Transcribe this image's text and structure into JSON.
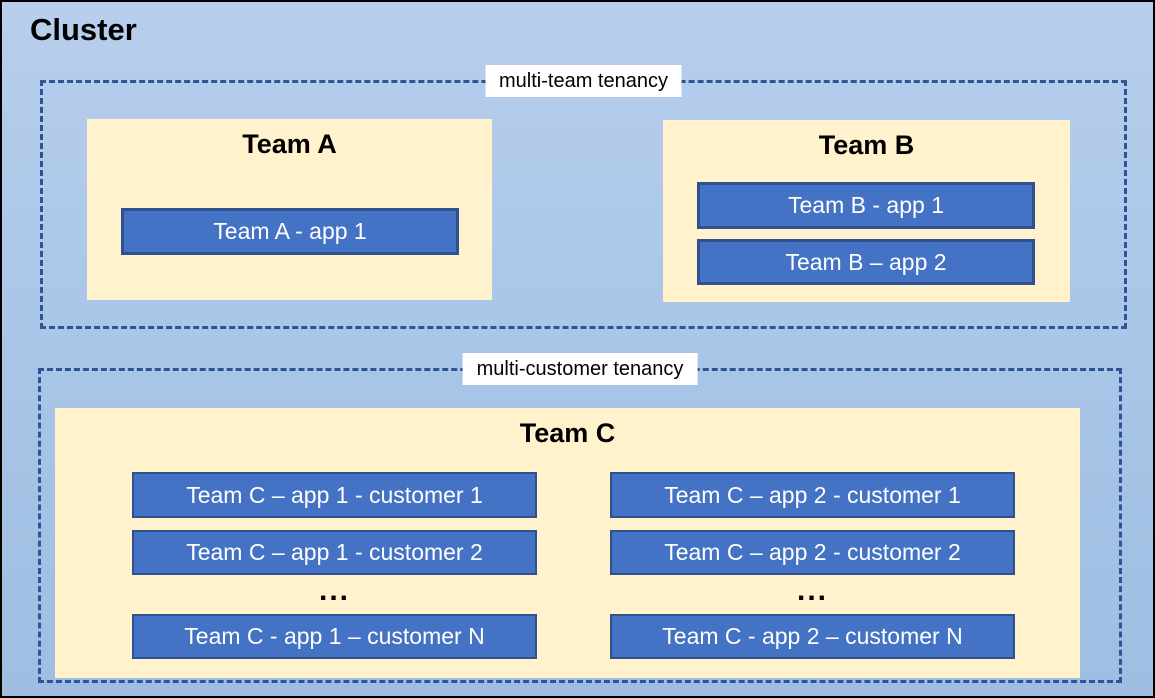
{
  "diagram": {
    "title": "Cluster",
    "sections": [
      {
        "label": "multi-team tenancy",
        "teams": [
          {
            "name": "Team A",
            "apps": [
              "Team A - app 1"
            ]
          },
          {
            "name": "Team B",
            "apps": [
              "Team B - app 1",
              "Team B – app 2"
            ]
          }
        ]
      },
      {
        "label": "multi-customer tenancy",
        "teams": [
          {
            "name": "Team C",
            "columns": [
              {
                "rows": [
                  "Team C – app 1 - customer 1",
                  "Team C – app 1 - customer 2",
                  "...",
                  "Team C - app 1 – customer N"
                ]
              },
              {
                "rows": [
                  "Team C – app 2 - customer 1",
                  "Team C – app 2 - customer 2",
                  "...",
                  "Team C - app 2 – customer N"
                ]
              }
            ]
          }
        ]
      }
    ],
    "colors": {
      "canvas_top": "#B8CEEC",
      "canvas_bottom": "#9FBEE2",
      "team_fill": "#FFF2CC",
      "app_fill": "#4472C4",
      "app_border": "#2F528F",
      "dashed_border": "#2F5496",
      "app_text": "#FFFFFF",
      "label_bg": "#FFFFFF",
      "text": "#000000",
      "outer_border": "#000000"
    }
  }
}
